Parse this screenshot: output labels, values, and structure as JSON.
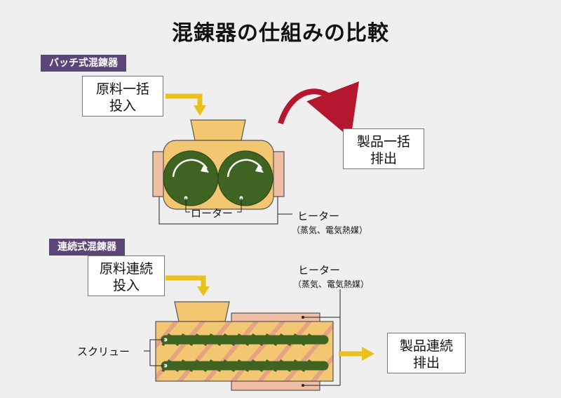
{
  "title": "混錬器の仕組みの比較",
  "batch": {
    "tag": "バッチ式混錬器",
    "input_line1": "原料一括",
    "input_line2": "投入",
    "output_line1": "製品一括",
    "output_line2": "排出",
    "rotor_label": "ローター",
    "heater_label": "ヒーター",
    "heater_sub": "（蒸気、電気熱媒）"
  },
  "continuous": {
    "tag": "連続式混錬器",
    "input_line1": "原料連続",
    "input_line2": "投入",
    "output_line1": "製品連続",
    "output_line2": "排出",
    "screw_label": "スクリュー",
    "heater_label": "ヒーター",
    "heater_sub": "（蒸気、電気熱媒）"
  },
  "colors": {
    "body": "#f3c771",
    "heater": "#efbea3",
    "rotor": "#3f6320",
    "arrow_yellow": "#eac11c",
    "arrow_red": "#b4172e",
    "tag_bg": "#5b4677"
  }
}
